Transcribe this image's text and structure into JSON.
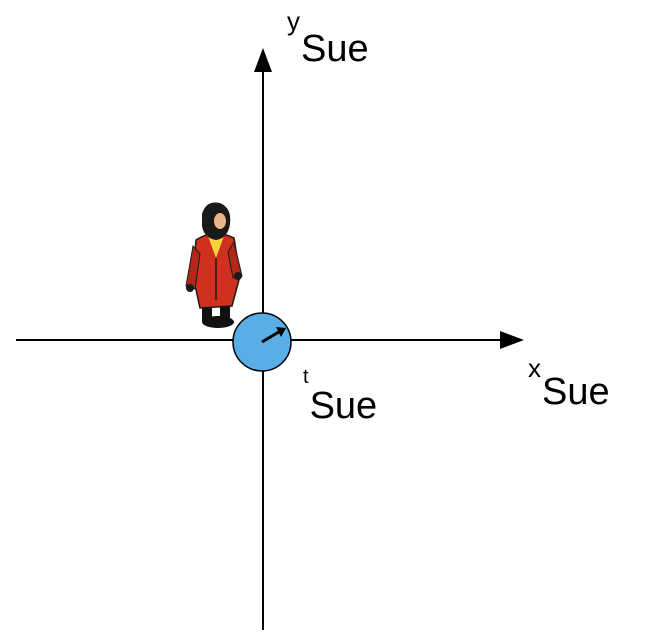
{
  "diagram": {
    "y_axis_label": {
      "base": "y",
      "subscript": "Sue"
    },
    "x_axis_label": {
      "base": "x",
      "subscript": "Sue"
    },
    "clock_label": {
      "base": "t",
      "subscript": "Sue"
    },
    "figure": "person-figure",
    "clock_icon": "clock-icon",
    "colors": {
      "axis": "#000000",
      "clock_fill": "#5aaee6",
      "coat": "#d0311f",
      "background": "#ffffff"
    }
  }
}
